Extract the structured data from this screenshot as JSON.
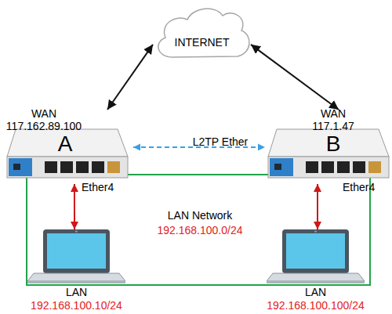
{
  "diagram": {
    "nodes": [
      {
        "text": [
          "INTERNET"
        ]
      },
      {
        "text": [
          "WAN 117.162.89.100",
          "A",
          "Ether4"
        ]
      },
      {
        "text": [
          "WAN 117.1.47",
          "B",
          "Ether4"
        ]
      },
      {
        "text": [
          "LAN Network",
          "192.168.100.0/24"
        ]
      },
      {
        "text": [
          "LAN",
          "192.168.100.10/24"
        ],
        "in": 3
      },
      {
        "text": [
          "LAN",
          "192.168.100.100/24"
        ],
        "in": 3
      }
    ],
    "edges": [
      {
        "from": 1,
        "to": 0,
        "arrow": "both"
      },
      {
        "from": 2,
        "to": 0,
        "arrow": "both"
      },
      {
        "from": 1,
        "to": 2,
        "label": "L2TP Ether",
        "arrow": "both"
      },
      {
        "from": 1,
        "to": 4,
        "arrow": "both"
      },
      {
        "from": 2,
        "to": 5,
        "arrow": "both"
      }
    ]
  }
}
